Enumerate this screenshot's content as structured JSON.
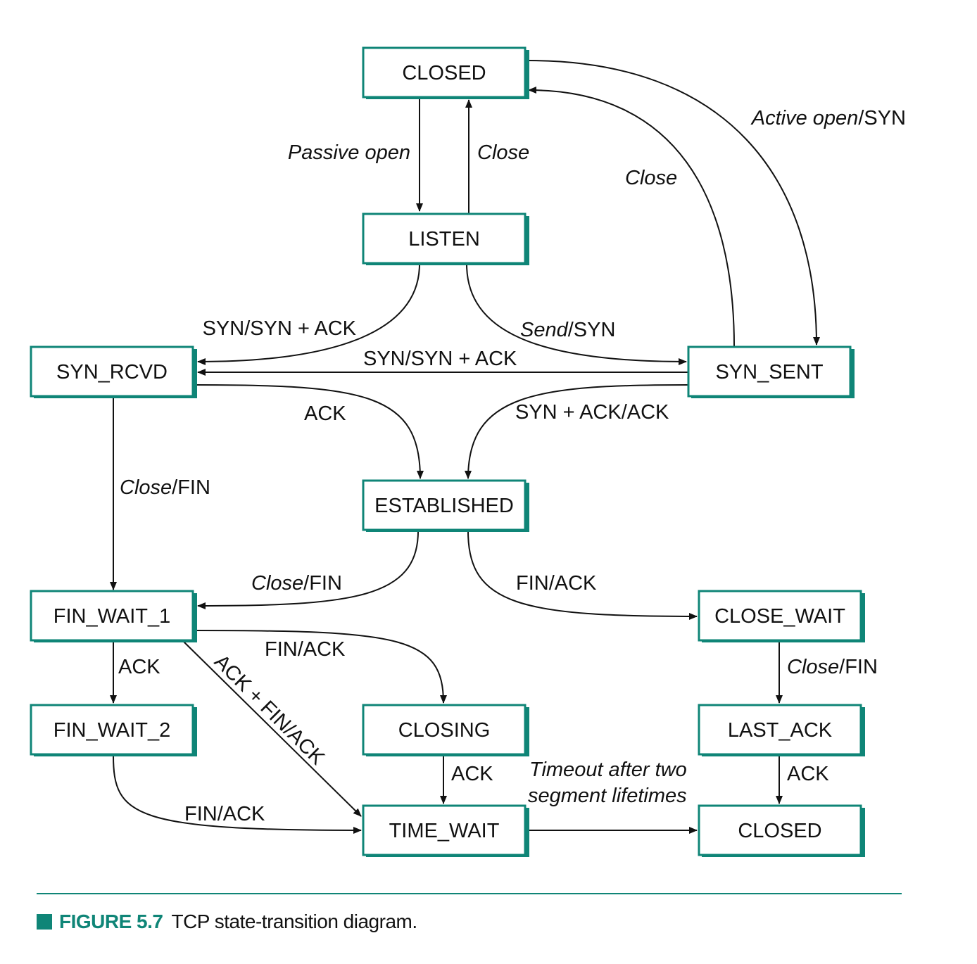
{
  "diagram": {
    "states": {
      "closed_top": "CLOSED",
      "listen": "LISTEN",
      "syn_rcvd": "SYN_RCVD",
      "syn_sent": "SYN_SENT",
      "established": "ESTABLISHED",
      "fin_wait_1": "FIN_WAIT_1",
      "close_wait": "CLOSE_WAIT",
      "fin_wait_2": "FIN_WAIT_2",
      "closing": "CLOSING",
      "last_ack": "LAST_ACK",
      "time_wait": "TIME_WAIT",
      "closed_bottom": "CLOSED"
    },
    "transitions": {
      "passive_open": {
        "event": "Passive open"
      },
      "close_listen": {
        "event": "Close"
      },
      "active_open": {
        "event": "Active open",
        "action": "/SYN"
      },
      "close_syn_sent": {
        "event": "Close"
      },
      "listen_syn": {
        "text": "SYN/SYN + ACK"
      },
      "send_syn": {
        "event": "Send",
        "action": "/SYN"
      },
      "simultaneous_open": {
        "text": "SYN/SYN + ACK"
      },
      "rcvd_ack": {
        "text": "ACK"
      },
      "synack_ack": {
        "text": "SYN + ACK/ACK"
      },
      "rcvd_close": {
        "event": "Close",
        "action": "/FIN"
      },
      "est_close": {
        "event": "Close",
        "action": "/FIN"
      },
      "est_fin": {
        "text": "FIN/ACK"
      },
      "fw1_ack": {
        "text": "ACK"
      },
      "fw1_fin": {
        "text": "FIN/ACK"
      },
      "fw1_ackfin": {
        "text": "ACK + FIN/ACK"
      },
      "cw_close": {
        "event": "Close",
        "action": "/FIN"
      },
      "closing_ack": {
        "text": "ACK"
      },
      "lastack_ack": {
        "text": "ACK"
      },
      "fw2_fin": {
        "text": "FIN/ACK"
      },
      "timeout": {
        "line1": "Timeout after two",
        "line2": "segment lifetimes"
      }
    }
  },
  "caption": {
    "number": "FIGURE 5.7",
    "text": "TCP state-transition diagram."
  },
  "colors": {
    "accent": "#0f8577",
    "ink": "#111111",
    "background": "#ffffff"
  }
}
